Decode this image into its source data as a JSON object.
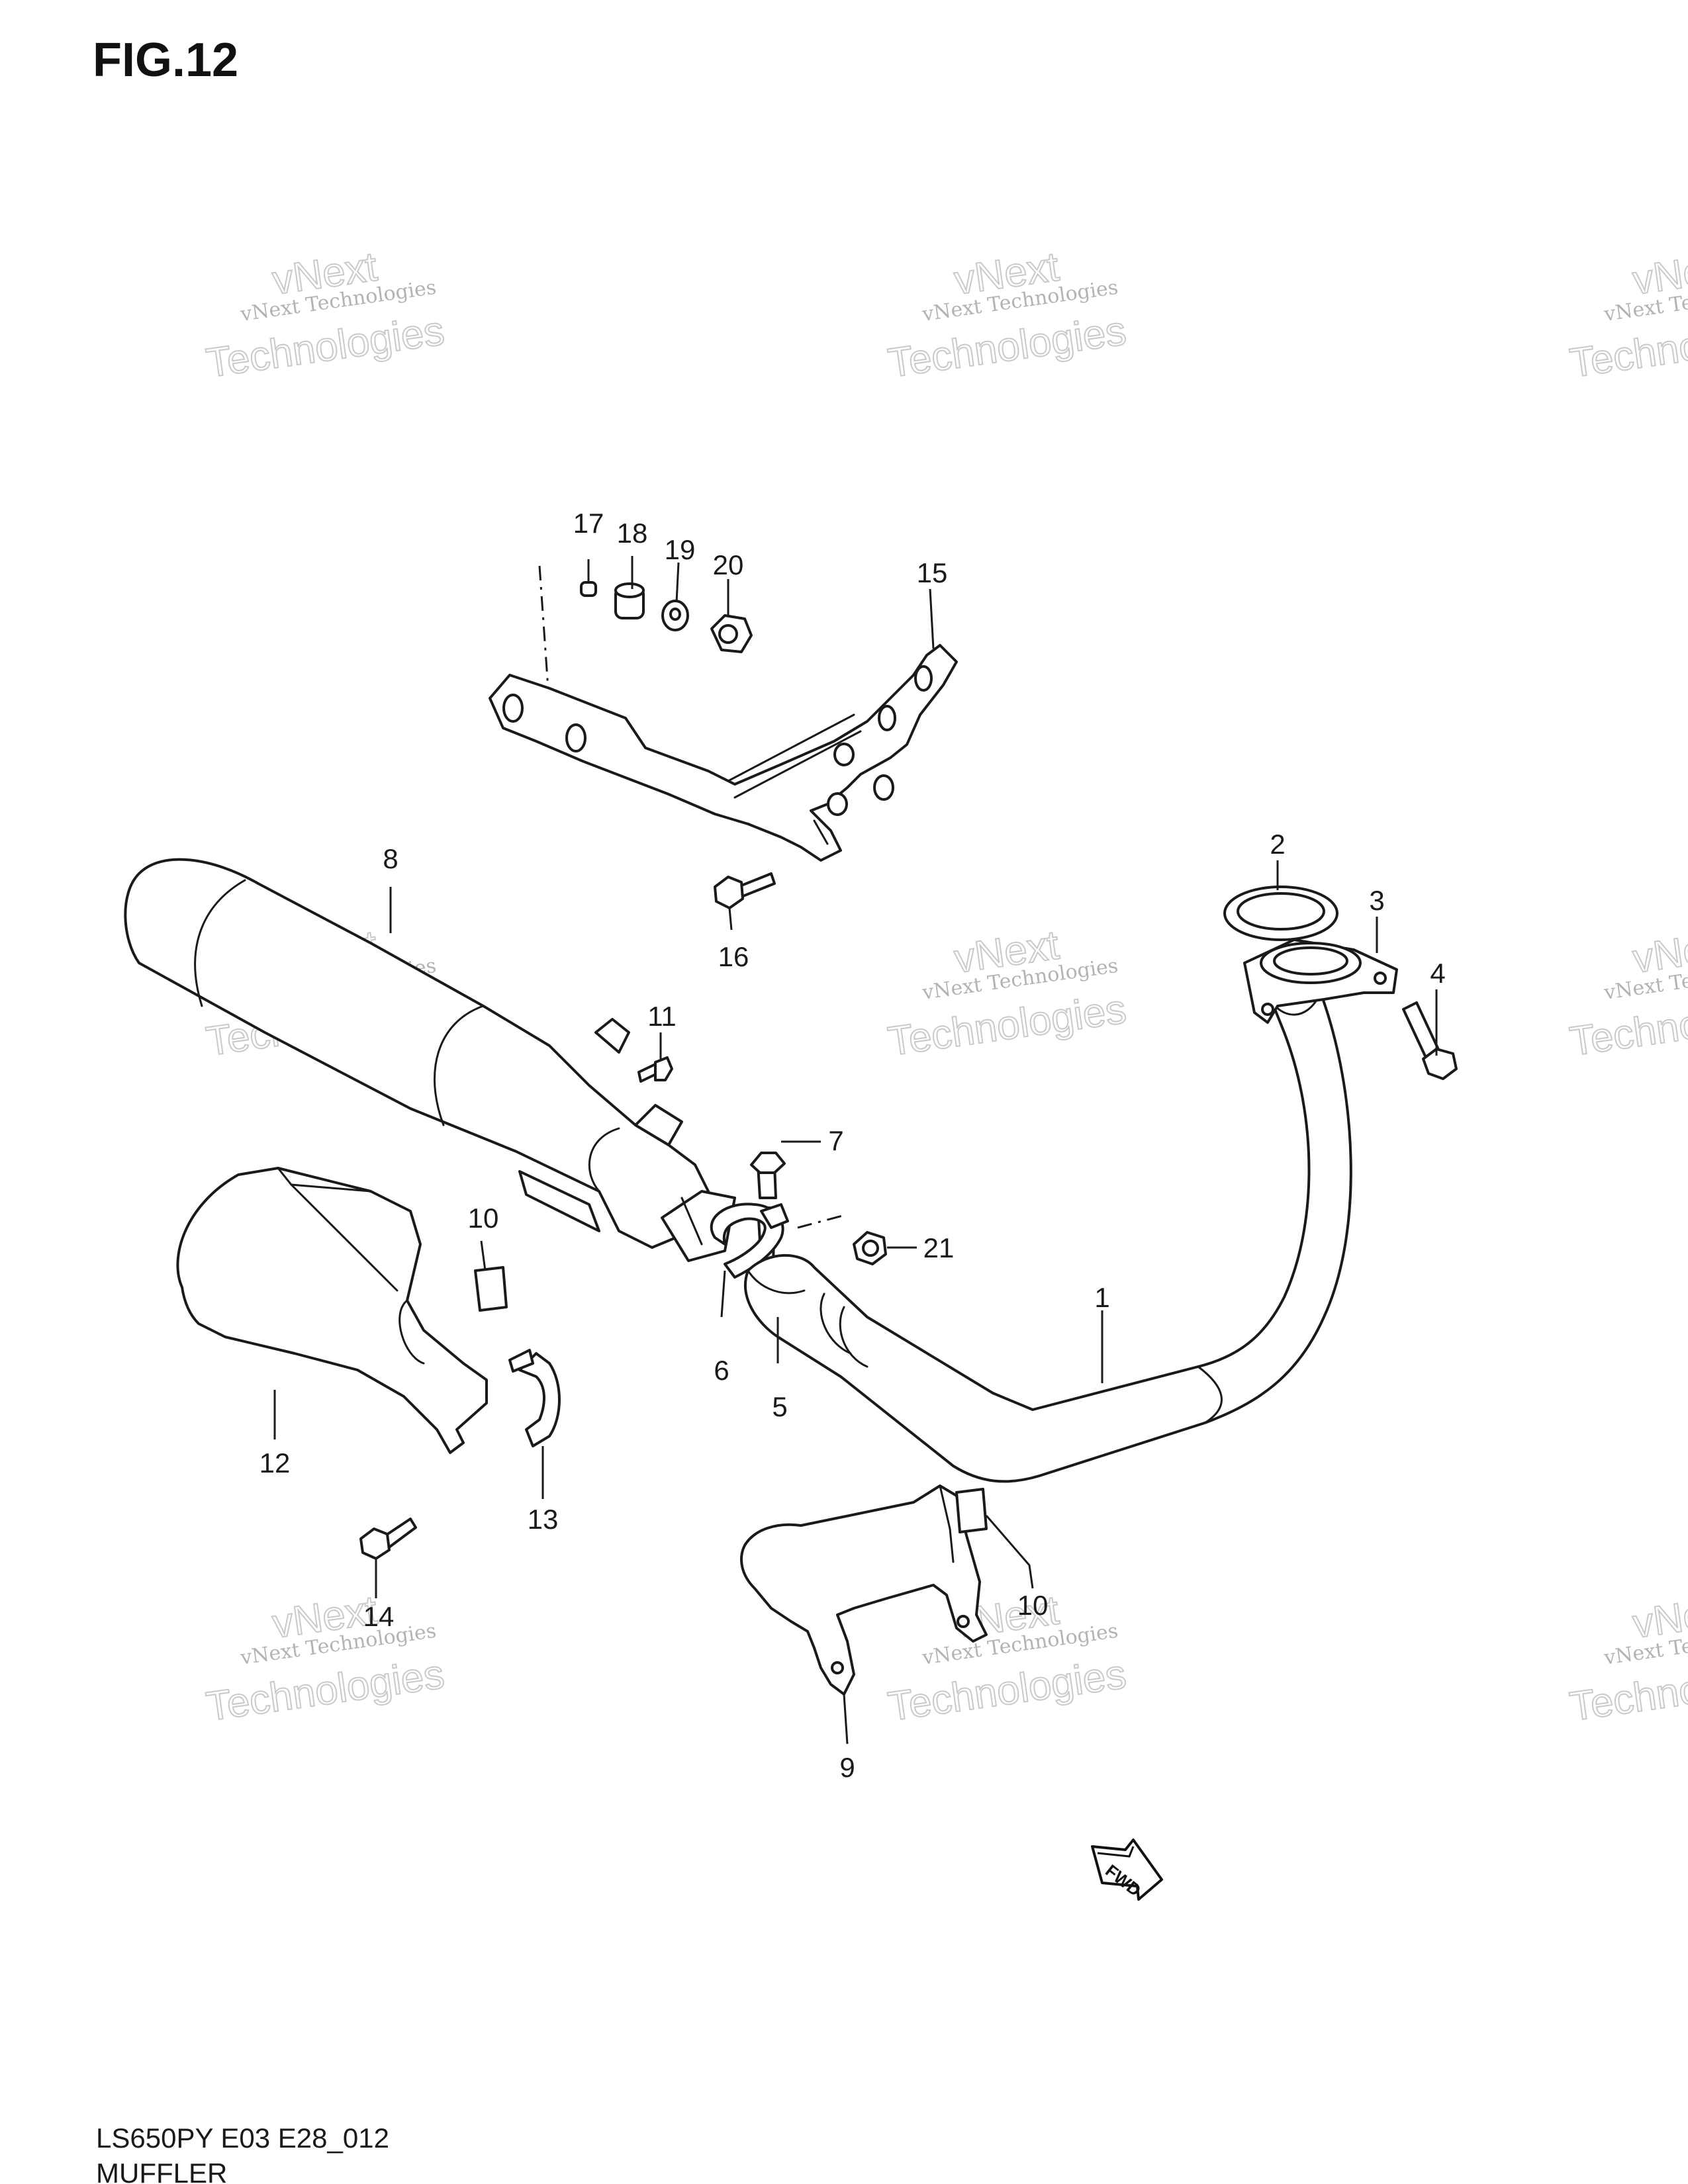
{
  "figure": {
    "title": "FIG.12",
    "model_code": "LS650PY E03 E28_012",
    "section_name": "MUFFLER"
  },
  "watermark": {
    "line1": "vNext",
    "line2": "vNext Technologies",
    "line3": "Technologies"
  },
  "fwd_label": "FWD",
  "callouts": {
    "c1": "1",
    "c2": "2",
    "c3": "3",
    "c4": "4",
    "c5": "5",
    "c6": "6",
    "c7": "7",
    "c8": "8",
    "c9": "9",
    "c10a": "10",
    "c10b": "10",
    "c11": "11",
    "c12": "12",
    "c13": "13",
    "c14": "14",
    "c15": "15",
    "c16": "16",
    "c17": "17",
    "c18": "18",
    "c19": "19",
    "c20": "20",
    "c21": "21"
  }
}
